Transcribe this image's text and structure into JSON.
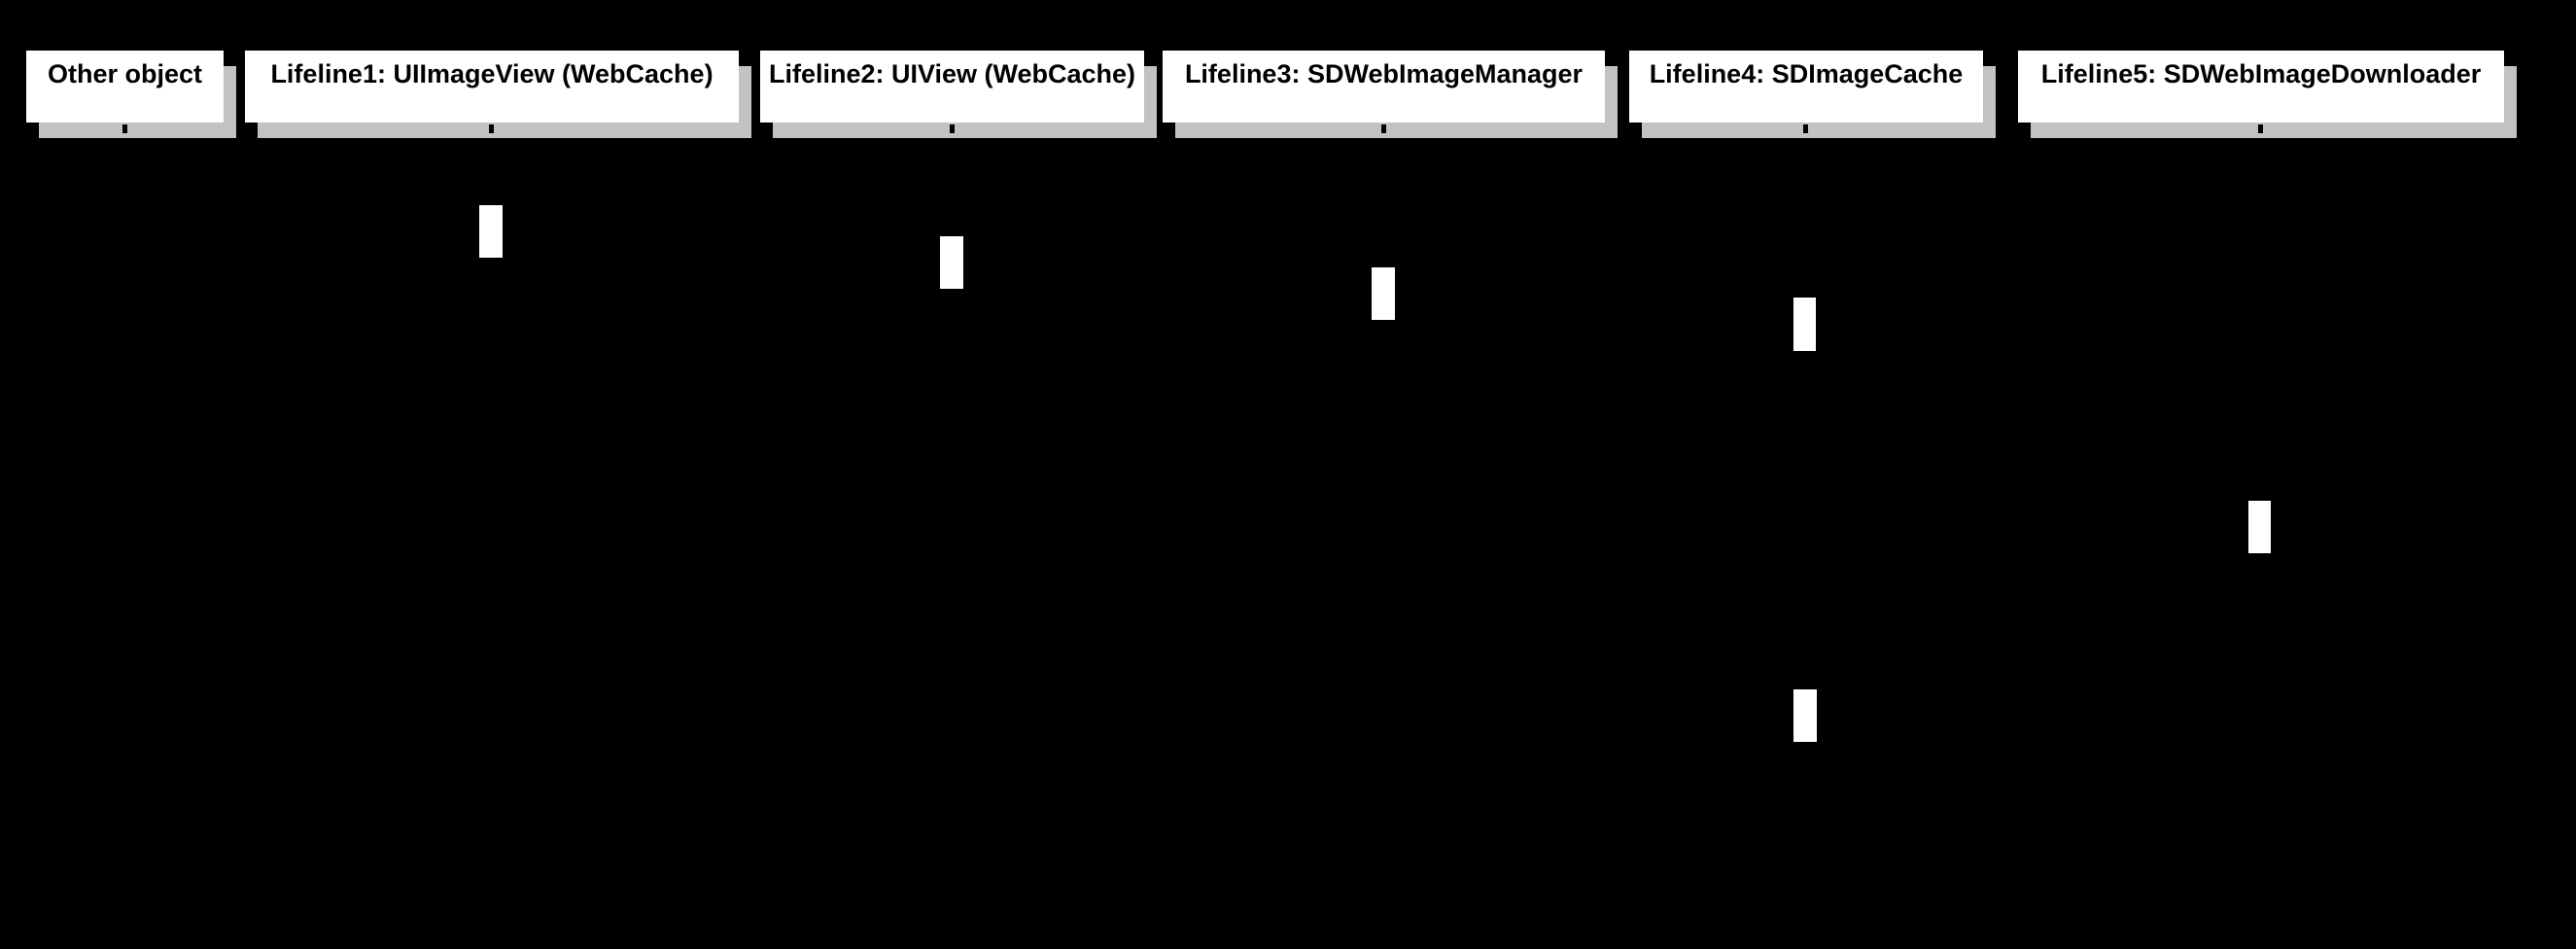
{
  "diagram": {
    "type": "uml-sequence-diagram",
    "colors": {
      "background": "#000000",
      "box_fill": "#ffffff",
      "box_text": "#000000",
      "box_shadow": "#c2c2c2",
      "activation_fill": "#ffffff"
    },
    "lifelines": [
      {
        "label": "Other object"
      },
      {
        "label": "Lifeline1: UIImageView (WebCache)"
      },
      {
        "label": "Lifeline2: UIView (WebCache)"
      },
      {
        "label": "Lifeline3: SDWebImageManager"
      },
      {
        "label": "Lifeline4: SDImageCache"
      },
      {
        "label": "Lifeline5: SDWebImageDownloader"
      }
    ],
    "activations": [
      {
        "lifeline": "Lifeline1: UIImageView (WebCache)",
        "order": 1
      },
      {
        "lifeline": "Lifeline2: UIView (WebCache)",
        "order": 2
      },
      {
        "lifeline": "Lifeline3: SDWebImageManager",
        "order": 3
      },
      {
        "lifeline": "Lifeline4: SDImageCache",
        "order": 4
      },
      {
        "lifeline": "Lifeline5: SDWebImageDownloader",
        "order": 5
      },
      {
        "lifeline": "Lifeline4: SDImageCache",
        "order": 6
      }
    ]
  }
}
